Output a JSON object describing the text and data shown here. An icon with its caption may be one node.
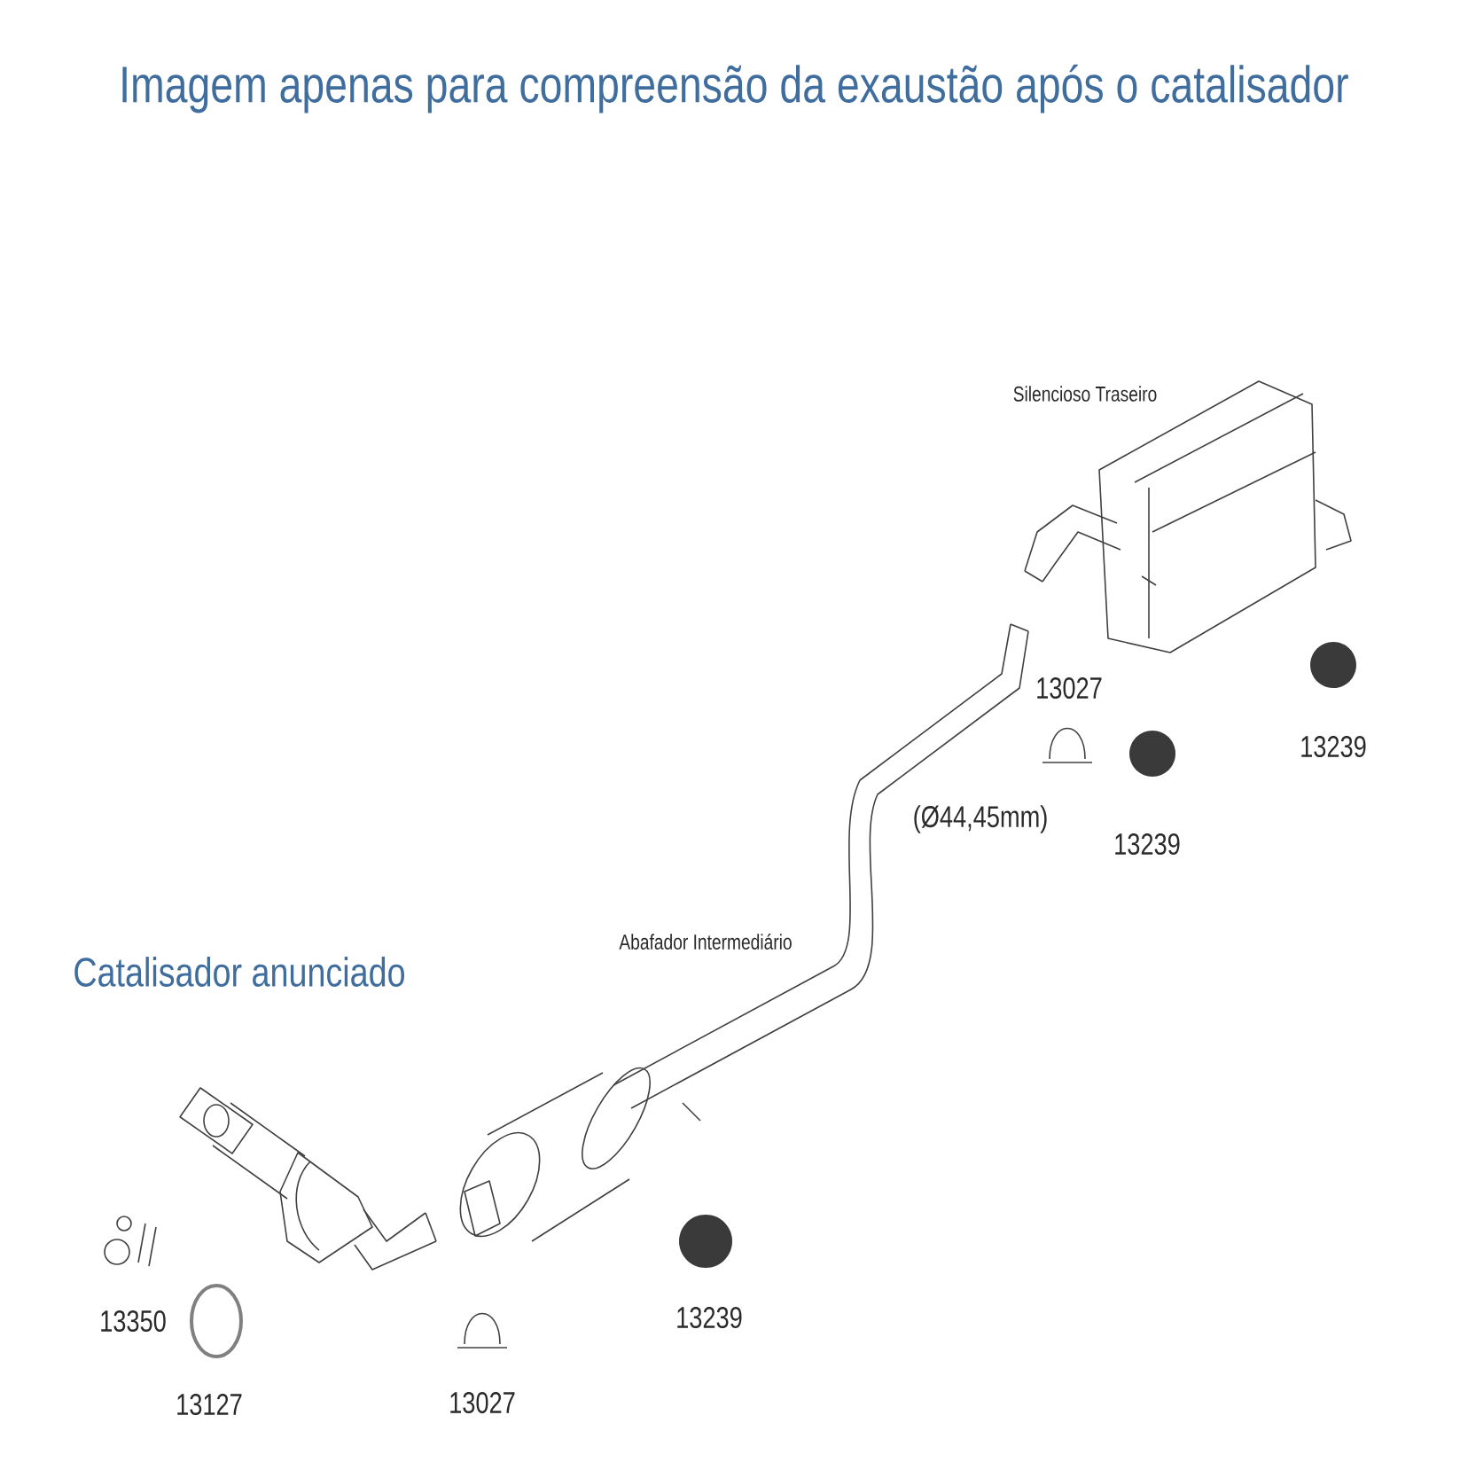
{
  "diagram": {
    "title": "Imagem apenas para compreensão da exaustão após o catalisador",
    "labels": [
      "Silencioso Traseiro",
      "13027",
      "13239",
      "(Ø44,45mm)",
      "13239",
      "Abafador Intermediário",
      "Catalisador anunciado",
      "13350",
      "13239",
      "13127",
      "13027"
    ]
  }
}
